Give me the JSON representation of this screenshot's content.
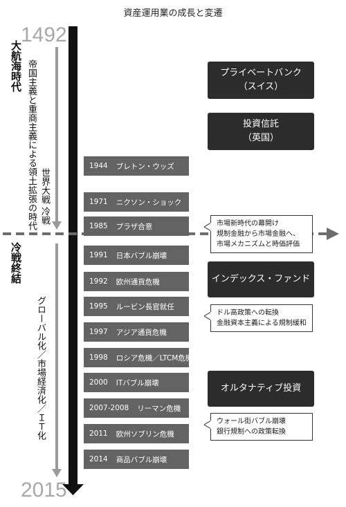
{
  "title": "資産運用業の成長と変遷",
  "start_year": "1492",
  "end_year": "2015",
  "eras": {
    "age_of_discovery": "大航海時代",
    "imperialism": "帝国主義と重商主義による領土拡張の時代",
    "world_war_cold_war": "世界大戦 冷戦",
    "end_of_cold_war": "冷戦終結",
    "globalization": "グローバル化／市場経済化／ＩＴ化"
  },
  "events": [
    {
      "year": "1944",
      "label": "ブレトン・ウッズ"
    },
    {
      "year": "1971",
      "label": "ニクソン・ショック"
    },
    {
      "year": "1985",
      "label": "プラザ合意"
    },
    {
      "year": "1991",
      "label": "日本バブル崩壊"
    },
    {
      "year": "1992",
      "label": "欧州通貨危機"
    },
    {
      "year": "1995",
      "label": "ルービン長官就任"
    },
    {
      "year": "1997",
      "label": "アジア通貨危機"
    },
    {
      "year": "1998",
      "label": "ロシア危機／LTCM危機"
    },
    {
      "year": "2000",
      "label": "ITバブル崩壊"
    },
    {
      "year": "2007-2008",
      "label": "リーマン危機"
    },
    {
      "year": "2011",
      "label": "欧州ソブリン危機"
    },
    {
      "year": "2014",
      "label": "商品バブル崩壊"
    }
  ],
  "investment_forms": [
    {
      "line1": "プライベートバンク",
      "line2": "（スイス）"
    },
    {
      "line1": "投資信託",
      "line2": "（英国）"
    },
    {
      "line1": "インデックス・ファンド",
      "line2": ""
    },
    {
      "line1": "オルタナティブ投資",
      "line2": ""
    }
  ],
  "callouts": [
    {
      "line1": "市場新時代の幕開け",
      "line2": "規制金融から市場金融へ、",
      "line3": "市場メカニズムと時価評価"
    },
    {
      "line1": "ドル高政策への転換",
      "line2": "金融資本主義による規制緩和",
      "line3": ""
    },
    {
      "line1": "ウォール街バブル崩壊",
      "line2": "銀行規制への政策転換",
      "line3": ""
    }
  ],
  "colors": {
    "axis": "#111111",
    "event_bg": "#636363",
    "investment_bg": "#2c2c2c",
    "year_text": "#a8a8a8",
    "era_arrow": "#9a9a9a",
    "divider": "#6d6d6d"
  }
}
